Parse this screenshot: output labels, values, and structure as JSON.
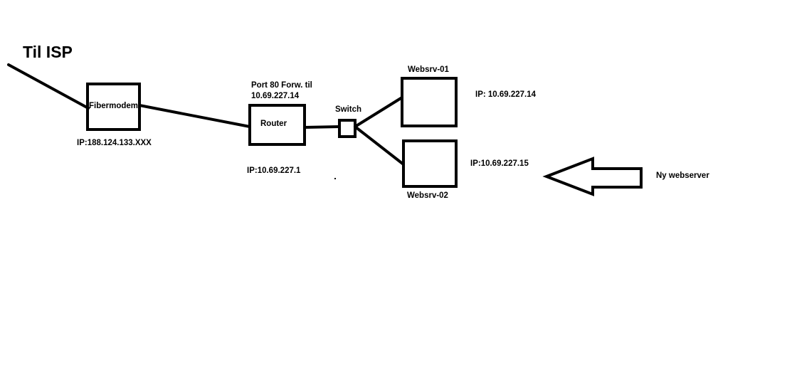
{
  "labels": {
    "isp": "Til ISP",
    "fibermodem": "Fibermodem",
    "fibermodem_ip": "IP:188.124.133.XXX",
    "router": "Router",
    "router_ip": "IP:10.69.227.1",
    "port_forward_line1": "Port 80 Forw. til",
    "port_forward_line2": "10.69.227.14",
    "switch": "Switch",
    "websrv01": "Websrv-01",
    "websrv01_ip": "IP: 10.69.227.14",
    "websrv02": "Websrv-02",
    "websrv02_ip": "IP:10.69.227.15",
    "new_webserver": "Ny webserver"
  },
  "colors": {
    "stroke": "#000000",
    "background": "#ffffff"
  }
}
